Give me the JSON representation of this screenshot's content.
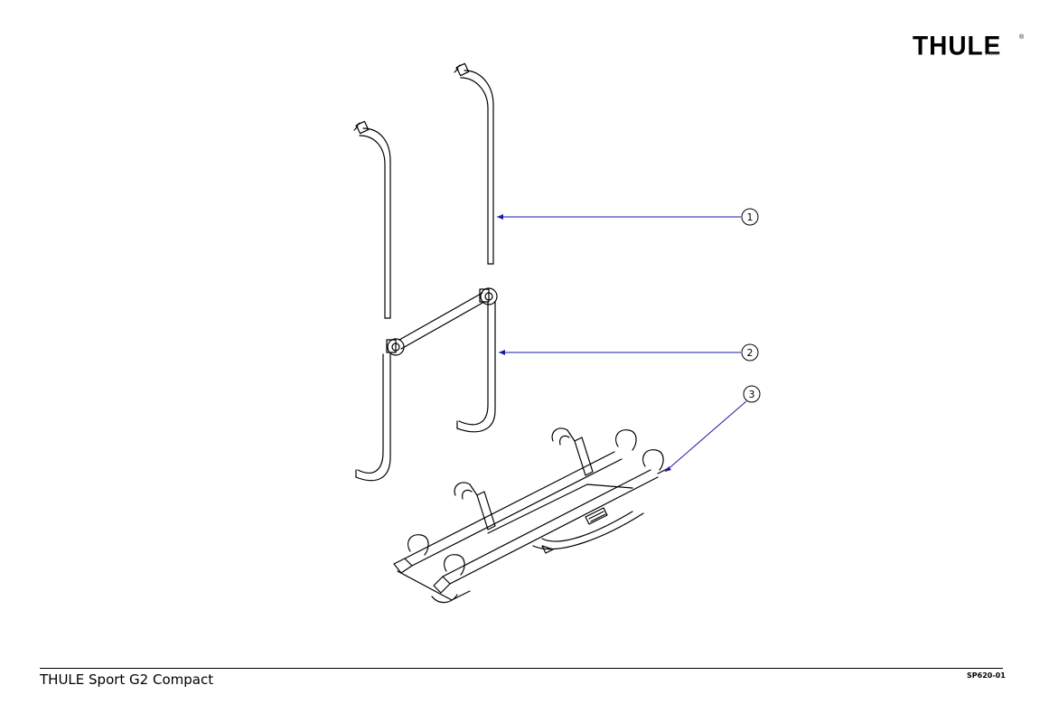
{
  "brand": {
    "logo_text": "THULE",
    "logo_sub": "SWEDEN",
    "logo_reg": "®"
  },
  "footer": {
    "title": "THULE Sport G2 Compact",
    "code": "SP620-01"
  },
  "callouts": [
    {
      "label": "1"
    },
    {
      "label": "2"
    },
    {
      "label": "3"
    }
  ],
  "colors": {
    "line": "#000000",
    "leader": "#1a1aa6",
    "background": "#ffffff"
  }
}
